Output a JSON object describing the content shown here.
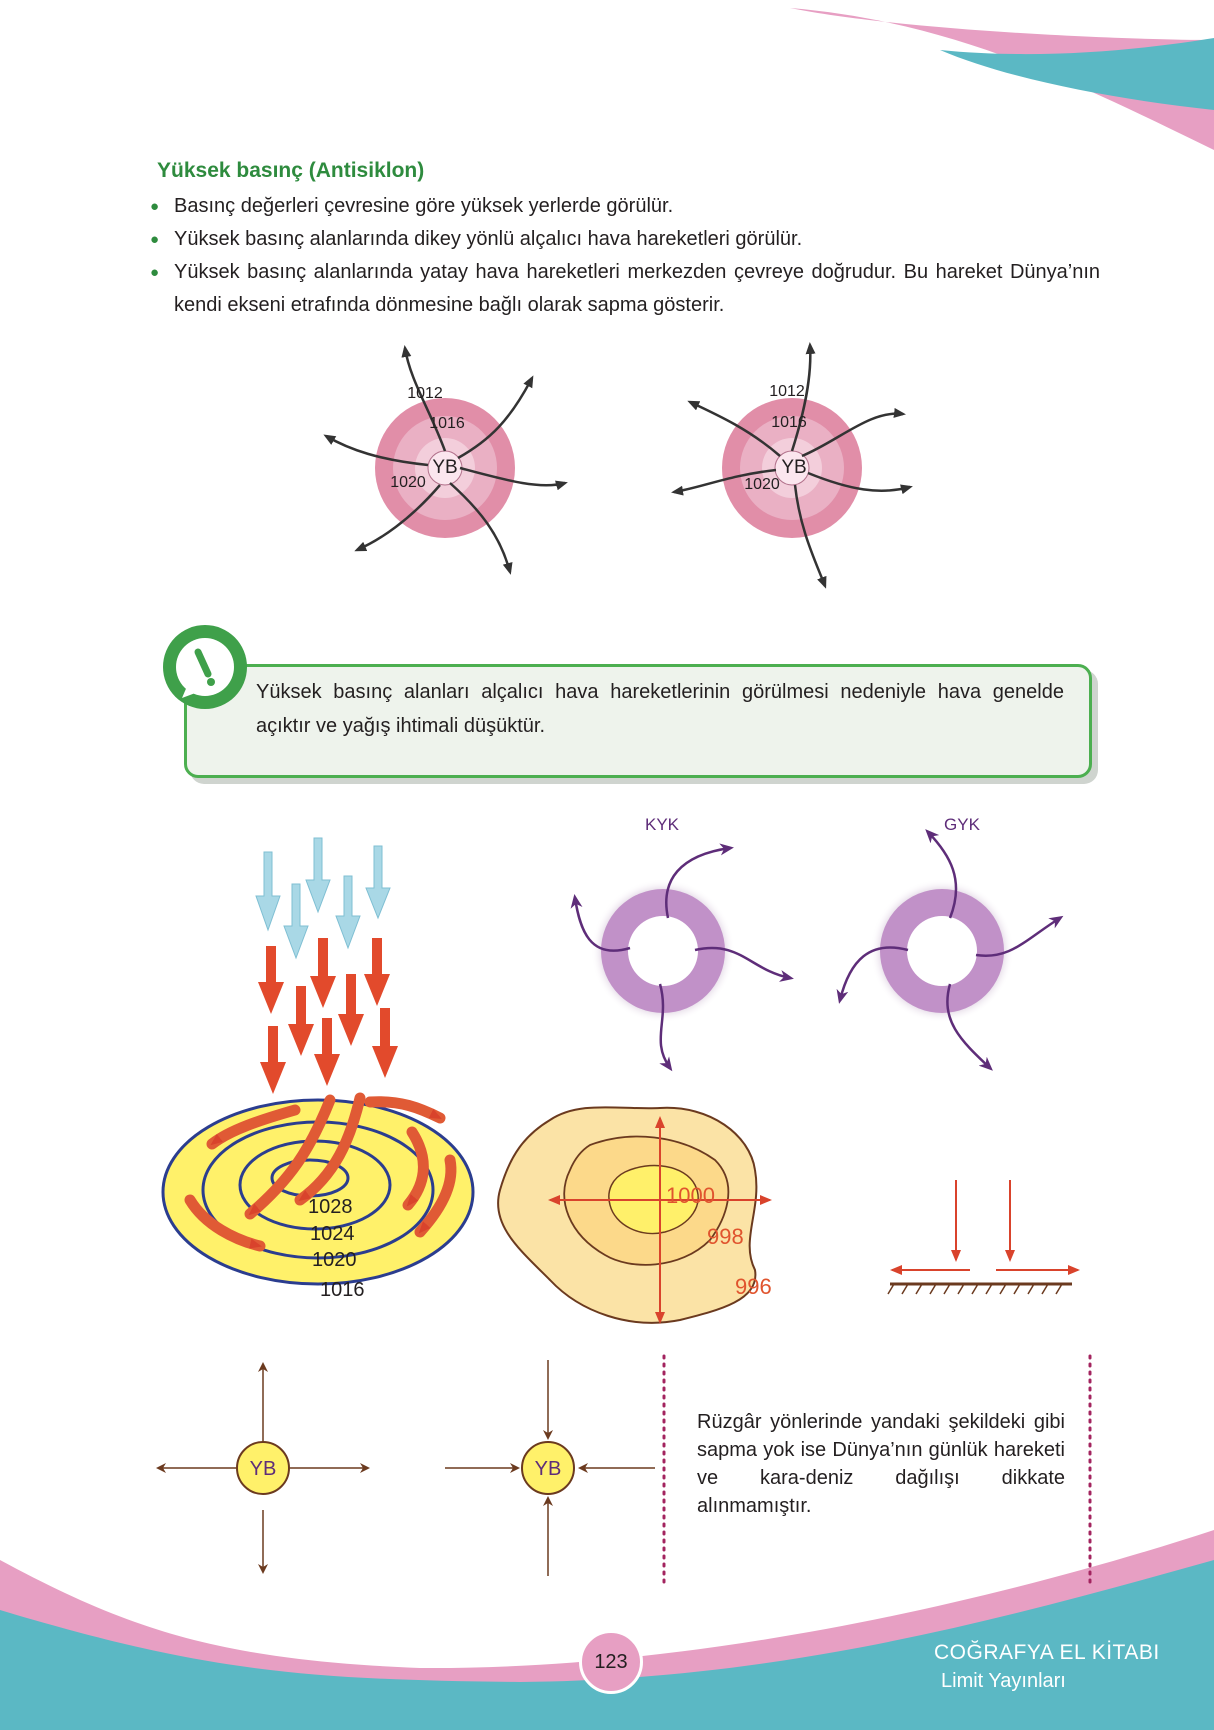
{
  "section": {
    "title": "Yüksek basınç (Antisiklon)",
    "bullets": [
      "Basınç değerleri çevresine göre yüksek yerlerde görülür.",
      "Yüksek basınç alanlarında dikey yönlü alçalıcı hava hareketleri görülür.",
      "Yüksek basınç alanlarında yatay hava hareketleri merkezden çevreye doğrudur. Bu hareket Dünya’nın kendi ekseni etrafında dönmesine bağlı olarak sapma gösterir."
    ]
  },
  "figure1": {
    "left": {
      "center": "YB",
      "isobars": [
        "1012",
        "1016",
        "1020"
      ]
    },
    "right": {
      "center": "YB",
      "isobars": [
        "1012",
        "1016",
        "1020"
      ]
    }
  },
  "note": {
    "icon": "exclamation-speech-icon",
    "text": "Yüksek basınç alanları alçalıcı hava hareketlerinin görülmesi nedeniyle hava genelde açıktır ve yağış ihtimali düşüktür."
  },
  "figure2": {
    "hemispheres": {
      "north": "KYK",
      "south": "GYK"
    },
    "ellipse_isobars": [
      "1028",
      "1024",
      "1020",
      "1016"
    ],
    "map_isobars": [
      "1000",
      "998",
      "996"
    ]
  },
  "figure3": {
    "left_center": "YB",
    "right_center": "YB",
    "text": "Rüzgâr yönlerinde yandaki şekildeki gibi sapma yok ise Dünya’nın günlük hareketi ve kara-deniz dağılışı dikkate alınmamıştır."
  },
  "footer": {
    "page_number": "123",
    "book_title": "COĞRAFYA EL KİTABI",
    "publisher": "Limit Yayınları"
  },
  "colors": {
    "green": "#2e8b3e",
    "pink": "#e79fc3",
    "teal": "#5bb8c4",
    "purple": "#c191c8",
    "arrow_red": "#d9432c",
    "yellow": "#fff16a"
  }
}
